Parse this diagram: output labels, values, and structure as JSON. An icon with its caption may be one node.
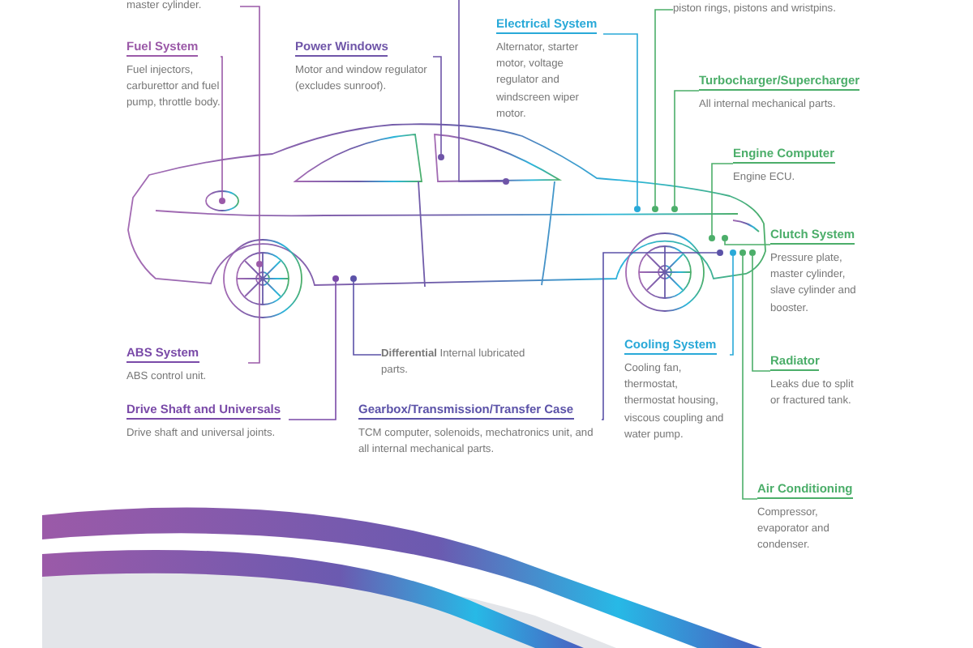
{
  "diagram": {
    "nodes": [
      {
        "text": [
          "master cylinder."
        ]
      },
      {
        "text": [
          "Fuel System",
          "Fuel injectors, carburettor and fuel pump, throttle body."
        ]
      },
      {
        "text": [
          "Power Windows",
          "Motor and window regulator (excludes sunroof)."
        ]
      },
      {
        "text": [
          "Electrical System",
          "Alternator, starter motor, voltage regulator and windscreen wiper motor."
        ]
      },
      {
        "text": [
          "piston rings, pistons and wristpins."
        ]
      },
      {
        "text": [
          "Turbocharger/Supercharger",
          "All internal mechanical parts."
        ]
      },
      {
        "text": [
          "Engine Computer",
          "Engine ECU."
        ]
      },
      {
        "text": [
          "Clutch System",
          "Pressure plate, master cylinder, slave cylinder and booster."
        ]
      },
      {
        "text": [
          "ABS System",
          "ABS control unit."
        ]
      },
      {
        "text": [
          "Drive Shaft and Universals",
          "Drive shaft and universal joints."
        ]
      },
      {
        "text": [
          "**Differential** Internal lubricated parts."
        ]
      },
      {
        "text": [
          "Gearbox/Transmission/Transfer Case",
          "TCM computer, solenoids, mechatronics unit, and all internal mechanical parts."
        ]
      },
      {
        "text": [
          "Cooling System",
          "Cooling fan, thermostat, thermostat housing, viscous coupling and water pump."
        ]
      },
      {
        "text": [
          "Radiator",
          "Leaks due to split or fractured tank."
        ]
      },
      {
        "text": [
          "Air Conditioning",
          "Compressor, evaporator and condenser."
        ]
      },
      {
        "text": [],
        "shape": "circle"
      },
      {
        "text": [],
        "shape": "circle"
      },
      {
        "text": [],
        "shape": "circle"
      },
      {
        "text": [],
        "shape": "circle"
      },
      {
        "text": [],
        "shape": "circle"
      },
      {
        "text": [],
        "shape": "circle"
      },
      {
        "text": [],
        "shape": "circle"
      },
      {
        "text": [],
        "shape": "circle"
      },
      {
        "text": [],
        "shape": "circle"
      },
      {
        "text": [],
        "shape": "circle"
      },
      {
        "text": [],
        "shape": "circle"
      },
      {
        "text": [],
        "shape": "circle"
      },
      {
        "text": [],
        "shape": "circle"
      },
      {
        "text": [],
        "shape": "circle"
      },
      {
        "text": [],
        "shape": "circle"
      }
    ],
    "edges": [
      {
        "from": 0,
        "to": 15,
        "arrow": "none",
        "color": "#9b5aa8"
      },
      {
        "from": 1,
        "to": 16,
        "arrow": "none",
        "color": "#9b5aa8"
      },
      {
        "from": 2,
        "to": 17,
        "arrow": "none",
        "color": "#6f55a8"
      },
      {
        "from": 3,
        "to": 19,
        "arrow": "none",
        "color": "#29a9d8"
      },
      {
        "from": null,
        "to": 18,
        "arrow": "none",
        "color": "#6f55a8"
      },
      {
        "from": 4,
        "to": 20,
        "arrow": "none",
        "color": "#4cae6a"
      },
      {
        "from": 5,
        "to": 21,
        "arrow": "none",
        "color": "#4cae6a"
      },
      {
        "from": 6,
        "to": 22,
        "arrow": "none",
        "color": "#4cae6a"
      },
      {
        "from": 7,
        "to": 23,
        "arrow": "none",
        "color": "#4cae6a"
      },
      {
        "from": 8,
        "to": 15,
        "arrow": "none",
        "color": "#9b5aa8"
      },
      {
        "from": 9,
        "to": 24,
        "arrow": "none",
        "color": "#7a4aa8"
      },
      {
        "from": 10,
        "to": 25,
        "arrow": "none",
        "color": "#5b52a8"
      },
      {
        "from": 11,
        "to": 26,
        "arrow": "none",
        "color": "#5b52a8"
      },
      {
        "from": 12,
        "to": 27,
        "arrow": "none",
        "color": "#29a9d8"
      },
      {
        "from": 13,
        "to": 29,
        "arrow": "none",
        "color": "#4cae6a"
      },
      {
        "from": 14,
        "to": 28,
        "arrow": "none",
        "color": "#4cae6a"
      }
    ]
  }
}
